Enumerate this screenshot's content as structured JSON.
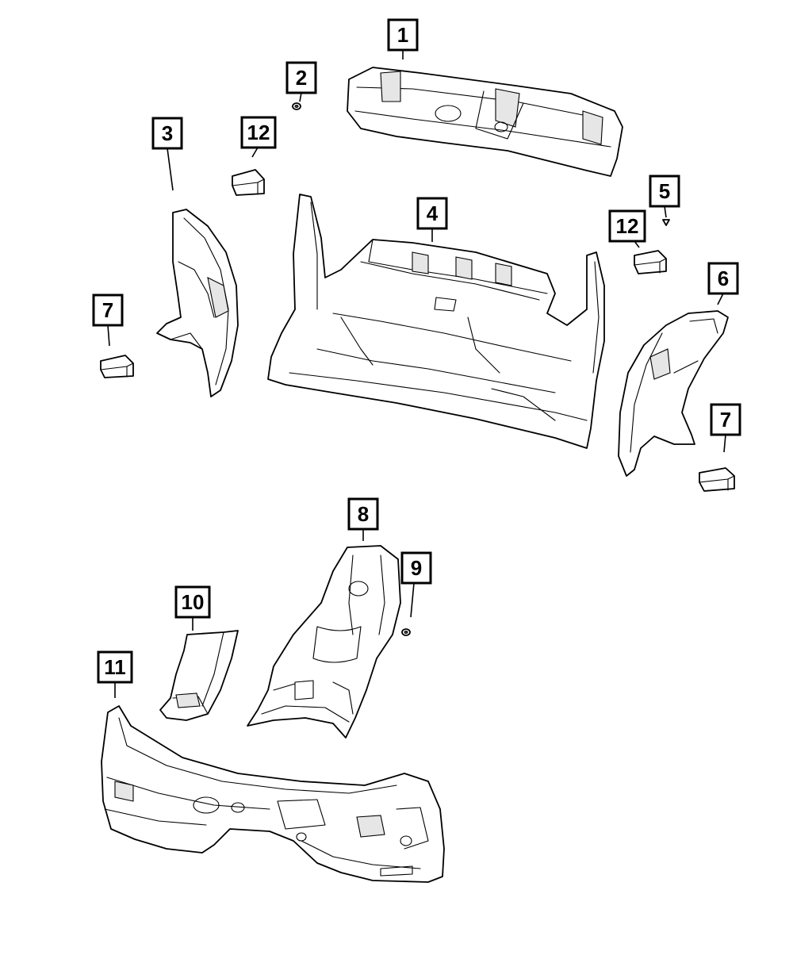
{
  "callouts": [
    {
      "id": "c1",
      "label": "1"
    },
    {
      "id": "c2",
      "label": "2"
    },
    {
      "id": "c3",
      "label": "3"
    },
    {
      "id": "c12a",
      "label": "12"
    },
    {
      "id": "c4",
      "label": "4"
    },
    {
      "id": "c5",
      "label": "5"
    },
    {
      "id": "c12b",
      "label": "12"
    },
    {
      "id": "c6",
      "label": "6"
    },
    {
      "id": "c7a",
      "label": "7"
    },
    {
      "id": "c7b",
      "label": "7"
    },
    {
      "id": "c8",
      "label": "8"
    },
    {
      "id": "c9",
      "label": "9"
    },
    {
      "id": "c10",
      "label": "10"
    },
    {
      "id": "c11",
      "label": "11"
    }
  ],
  "colors": {
    "line": "#000000",
    "fill": "#ffffff",
    "shade": "#e6e6e6"
  }
}
